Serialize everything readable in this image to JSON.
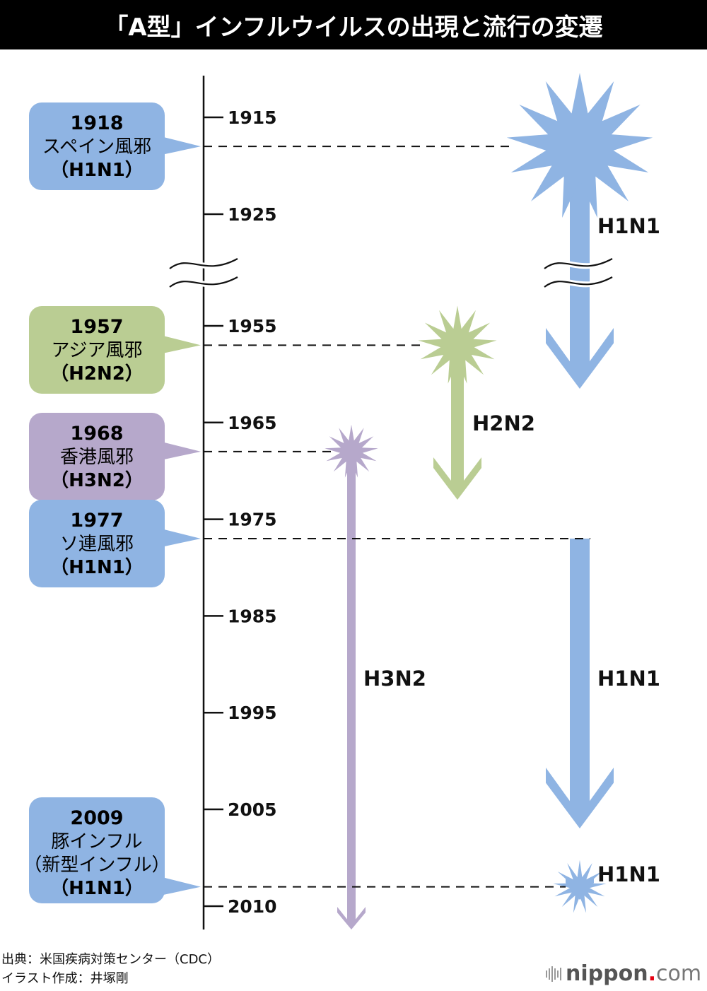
{
  "title": "「A型」インフルウイルスの出現と流行の変遷",
  "colors": {
    "h1n1": "#8fb4e3",
    "h2n2": "#bacd93",
    "h3n2": "#b6a8cb",
    "axis": "#111111",
    "title_bg": "#000000",
    "logo_dot": "#e60012"
  },
  "axis": {
    "ticks": [
      "1915",
      "1925",
      "1955",
      "1965",
      "1975",
      "1985",
      "1995",
      "2005",
      "2010"
    ],
    "break_between": [
      "1925",
      "1955"
    ]
  },
  "events": [
    {
      "year": "1918",
      "name": "スペイン風邪",
      "extra": "",
      "subtype": "（H1N1）",
      "strain": "h1n1"
    },
    {
      "year": "1957",
      "name": "アジア風邪",
      "extra": "",
      "subtype": "（H2N2）",
      "strain": "h2n2"
    },
    {
      "year": "1968",
      "name": "香港風邪",
      "extra": "",
      "subtype": "（H3N2）",
      "strain": "h3n2"
    },
    {
      "year": "1977",
      "name": "ソ連風邪",
      "extra": "",
      "subtype": "（H1N1）",
      "strain": "h1n1"
    },
    {
      "year": "2009",
      "name": "豚インフル",
      "extra": "（新型インフル）",
      "subtype": "（H1N1）",
      "strain": "h1n1"
    }
  ],
  "strain_periods": [
    {
      "label": "H1N1",
      "strain": "h1n1",
      "start": 1918,
      "end": 1957,
      "starburst": true
    },
    {
      "label": "H2N2",
      "strain": "h2n2",
      "start": 1957,
      "end": 1968,
      "starburst": true
    },
    {
      "label": "H3N2",
      "strain": "h3n2",
      "start": 1968,
      "end": 2010,
      "starburst": true
    },
    {
      "label": "H1N1",
      "strain": "h1n1",
      "start": 1977,
      "end": 2009,
      "starburst": false
    },
    {
      "label": "H1N1",
      "strain": "h1n1",
      "start": 2009,
      "end": 2010,
      "starburst": true
    }
  ],
  "footer": {
    "source": "出典：米国疾病対策センター（CDC）",
    "illustration": "イラスト作成：井塚剛"
  },
  "logo": {
    "word": "nippon",
    "dot": ".",
    "tld": "com"
  }
}
